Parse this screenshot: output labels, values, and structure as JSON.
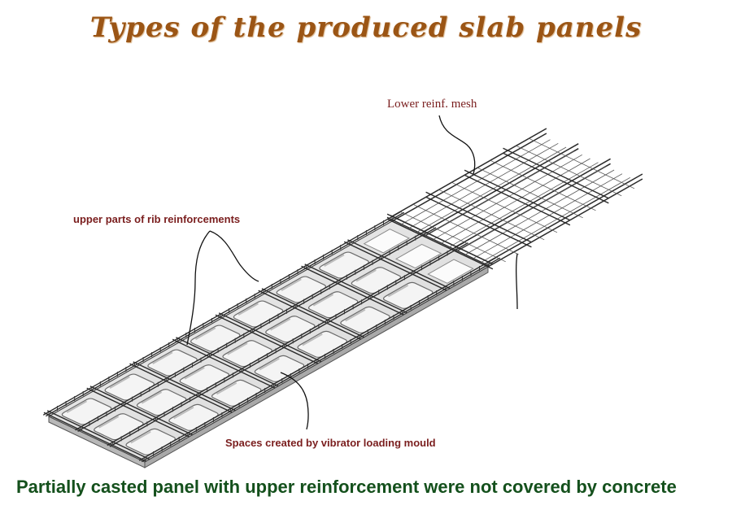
{
  "title": "Types of the produced slab panels",
  "labels": {
    "lower_mesh": "Lower reinf. mesh",
    "rib_upper": "upper parts of rib reinforcements",
    "spaces": "Spaces created by vibrator loading mould"
  },
  "caption": "Partially casted panel with upper reinforcement were not covered by concrete"
}
